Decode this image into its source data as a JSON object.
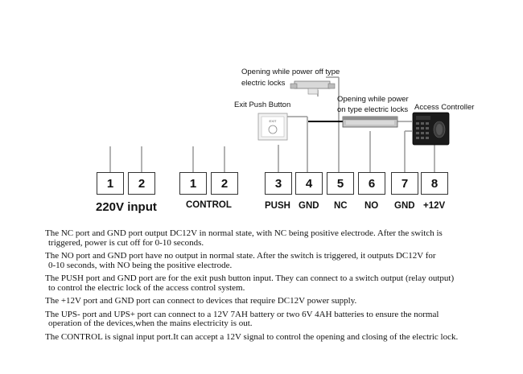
{
  "terminals": [
    {
      "number": "1"
    },
    {
      "number": "2"
    },
    {
      "number": "1"
    },
    {
      "number": "2"
    },
    {
      "number": "3"
    },
    {
      "number": "4"
    },
    {
      "number": "5"
    },
    {
      "number": "6"
    },
    {
      "number": "7"
    },
    {
      "number": "8"
    }
  ],
  "group_labels": {
    "input_220v": "220V input",
    "control": "CONTROL"
  },
  "port_labels": {
    "push": "PUSH",
    "gnd_4": "GND",
    "nc": "NC",
    "no": "NO",
    "gnd_7": "GND",
    "plus12v": "+12V"
  },
  "devices": {
    "power_off_lock": {
      "line1": "Opening while power off type",
      "line2": "electric locks"
    },
    "exit_button": {
      "label": "Exit Push Button",
      "face_text": "EXIT"
    },
    "power_on_lock": {
      "line1": "Opening while power",
      "line2": "on type electric locks"
    },
    "access_controller": {
      "label": "Access Controller"
    }
  },
  "notes": [
    {
      "line1": "The NC port and GND port output DC12V in normal state, with NC being positive electrode. After the switch is",
      "line2": "triggered, power is cut off for 0-10 seconds."
    },
    {
      "line1": "The NO port and GND port have no output in normal state. After the switch is triggered, it outputs DC12V for",
      "line2": "0-10 seconds, with NO being the positive electrode."
    },
    {
      "line1": "The PUSH port and GND port are for the exit push button input. They can connect to a switch output (relay output)",
      "line2": "to control the electric lock of the access control system."
    },
    {
      "line1": "The +12V port and GND port can connect to devices that require DC12V power supply.",
      "line2": ""
    },
    {
      "line1": "The UPS- port  and UPS+ port can connect to a 12V 7AH battery or two 6V 4AH batteries to ensure the normal",
      "line2": "operation of the devices,when the mains electricity is out."
    },
    {
      "line1": "The CONTROL is signal input port.It can accept a 12V signal to control the opening and closing of the electric lock.",
      "line2": ""
    }
  ],
  "colors": {
    "wire": "#999999",
    "wire_dark": "#000000",
    "box_border": "#333333"
  }
}
